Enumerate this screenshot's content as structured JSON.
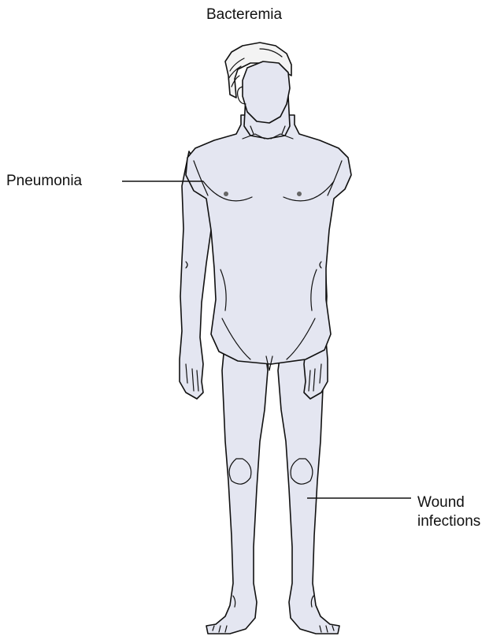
{
  "diagram": {
    "labels": {
      "top": "Bacteremia",
      "left": "Pneumonia",
      "right_line1": "Wound",
      "right_line2": "infections"
    },
    "colors": {
      "body_fill": "#e4e6f1",
      "hair_fill": "#f3f3f3",
      "outline": "#111111",
      "leader_line": "#111111"
    },
    "icons": [
      "human-figure-icon"
    ]
  }
}
